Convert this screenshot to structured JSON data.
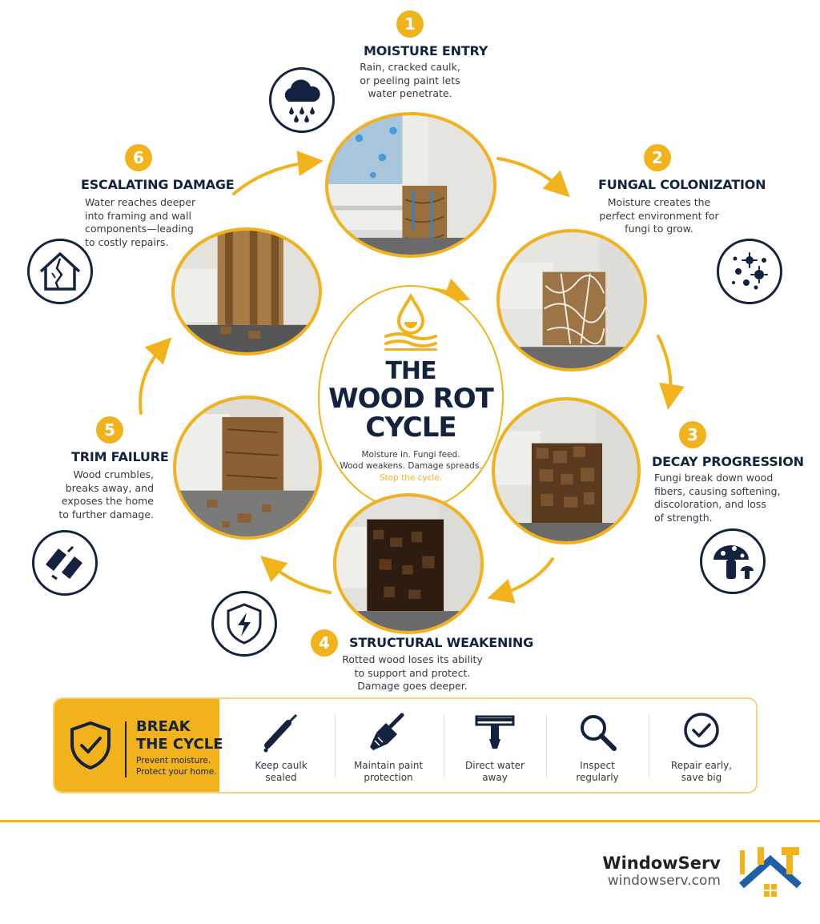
{
  "center": {
    "title_lines": [
      "THE",
      "WOOD ROT",
      "CYCLE"
    ],
    "subtitle_lines": [
      "Moisture in. Fungi feed.",
      "Wood weakens. Damage spreads."
    ],
    "call_to_action": "Stop the cycle."
  },
  "steps": [
    {
      "number": "1",
      "title": "MOISTURE ENTRY",
      "desc_lines": [
        "Rain, cracked caulk,",
        "or peeling paint lets",
        "water penetrate."
      ],
      "icon": "rain-cloud-icon"
    },
    {
      "number": "2",
      "title": "FUNGAL COLONIZATION",
      "desc_lines": [
        "Moisture creates the",
        "perfect environment for",
        "fungi to grow."
      ],
      "icon": "spores-icon"
    },
    {
      "number": "3",
      "title": "DECAY PROGRESSION",
      "desc_lines": [
        "Fungi break down wood",
        "fibers, causing softening,",
        "discoloration, and loss",
        "of strength."
      ],
      "icon": "mushroom-icon"
    },
    {
      "number": "4",
      "title": "STRUCTURAL WEAKENING",
      "desc_lines": [
        "Rotted wood loses its ability",
        "to support and protect.",
        "Damage goes deeper."
      ],
      "icon": "shield-bolt-icon"
    },
    {
      "number": "5",
      "title": "TRIM FAILURE",
      "desc_lines": [
        "Wood crumbles,",
        "breaks away, and",
        "exposes the home",
        "to further damage."
      ],
      "icon": "broken-trim-icon"
    },
    {
      "number": "6",
      "title": "ESCALATING DAMAGE",
      "desc_lines": [
        "Water reaches deeper",
        "into framing and wall",
        "components—leading",
        "to costly repairs."
      ],
      "icon": "cracked-house-icon"
    }
  ],
  "break_cycle": {
    "title_lines": [
      "BREAK",
      "THE CYCLE"
    ],
    "subtitle_lines": [
      "Prevent moisture.",
      "Protect your home."
    ],
    "icon": "shield-check-icon",
    "tips": [
      {
        "label_lines": [
          "Keep caulk",
          "sealed"
        ],
        "icon": "caulk-gun-icon"
      },
      {
        "label_lines": [
          "Maintain paint",
          "protection"
        ],
        "icon": "paintbrush-icon"
      },
      {
        "label_lines": [
          "Direct water",
          "away"
        ],
        "icon": "gutter-icon"
      },
      {
        "label_lines": [
          "Inspect",
          "regularly"
        ],
        "icon": "magnifier-icon"
      },
      {
        "label_lines": [
          "Repair early,",
          "save big"
        ],
        "icon": "check-circle-icon"
      }
    ]
  },
  "brand": {
    "name": "WindowServ",
    "url": "windowserv.com",
    "logo_icon": "house-hammer-logo-icon"
  },
  "colors": {
    "accent": "#f2b21c",
    "navy": "#13233f",
    "text": "#333a44"
  }
}
